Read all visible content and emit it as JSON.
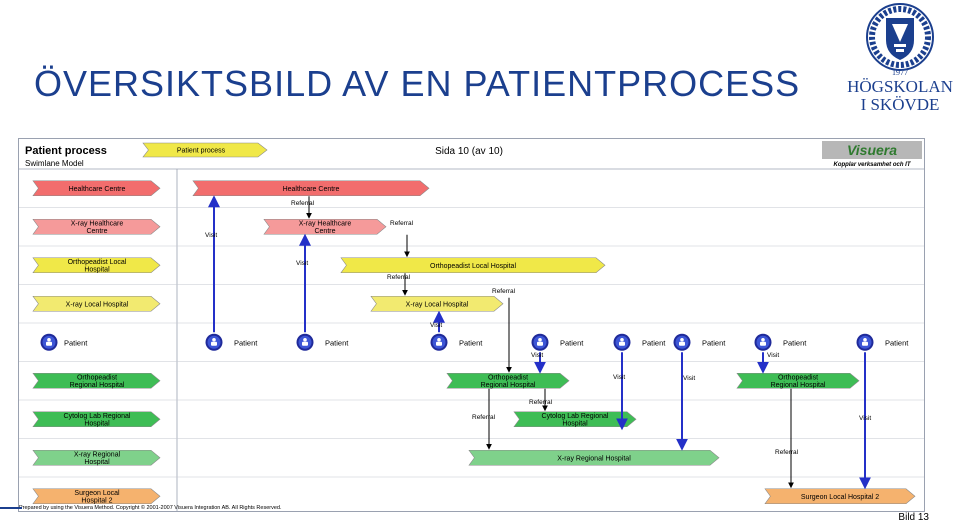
{
  "slide": {
    "title": "ÖVERSIKTSBILD AV EN PATIENTPROCESS",
    "page_label": "Bild 13"
  },
  "logo": {
    "line1": "HÖGSKOLAN",
    "line2": "I SKÖVDE",
    "year": "1977",
    "icon": "university-crest-icon"
  },
  "diagram": {
    "header_title": "Patient process",
    "header_tag": "Patient process",
    "header_subtitle": "Swimlane Model",
    "page_info": "Sida 10 (av 10)",
    "brand": "Visuera",
    "brand_tagline": "Kopplar verksamhet och IT",
    "copyright": "Prepared by using the Visuera Method. Copyright © 2001-2007 Visuera Integration AB. All Rights Reserved.",
    "lanes": [
      {
        "id": "healthcare",
        "label": [
          "Healthcare Centre"
        ],
        "color": "#f26d6d"
      },
      {
        "id": "xray_hc",
        "label": [
          "X-ray Healthcare",
          "Centre"
        ],
        "color": "#f59a9a"
      },
      {
        "id": "ortho_local",
        "label": [
          "Orthopeadist Local",
          "Hospital"
        ],
        "color": "#f0e848"
      },
      {
        "id": "xray_local",
        "label": [
          "X-ray Local Hospital"
        ],
        "color": "#f2ea70"
      },
      {
        "id": "patient",
        "label": [
          "Patient"
        ],
        "icon": "patient-icon"
      },
      {
        "id": "ortho_regional",
        "label": [
          "Orthopeadist",
          "Regional Hospital"
        ],
        "color": "#3ebd55"
      },
      {
        "id": "cytolog",
        "label": [
          "Cytolog Lab Regional",
          "Hospital"
        ],
        "color": "#3ebd55"
      },
      {
        "id": "xray_regional",
        "label": [
          "X-ray Regional",
          "Hospital"
        ],
        "color": "#7fd18b"
      },
      {
        "id": "surgeon",
        "label": [
          "Surgeon Local",
          "Hospital 2"
        ],
        "color": "#f5b26e"
      }
    ],
    "activities": [
      {
        "id": "a_healthcare",
        "label": [
          "Healthcare Centre"
        ],
        "color": "#f26d6d"
      },
      {
        "id": "a_xray_hc",
        "label": [
          "X-ray Healthcare",
          "Centre"
        ],
        "color": "#f59a9a"
      },
      {
        "id": "a_ortho_local",
        "label": [
          "Orthopeadist Local Hospital"
        ],
        "color": "#f0e848"
      },
      {
        "id": "a_xray_local",
        "label": [
          "X-ray Local Hospital"
        ],
        "color": "#f2ea70"
      },
      {
        "id": "a_ortho_reg1",
        "label": [
          "Orthopeadist",
          "Regional Hospital"
        ],
        "color": "#3ebd55"
      },
      {
        "id": "a_cytolog",
        "label": [
          "Cytolog Lab Regional",
          "Hospital"
        ],
        "color": "#3ebd55"
      },
      {
        "id": "a_ortho_reg2",
        "label": [
          "Orthopeadist",
          "Regional Hospital"
        ],
        "color": "#3ebd55"
      },
      {
        "id": "a_xray_reg",
        "label": [
          "X-ray Regional Hospital"
        ],
        "color": "#7fd18b"
      },
      {
        "id": "a_surgeon",
        "label": [
          "Surgeon Local Hospital 2"
        ],
        "color": "#f5b26e"
      }
    ],
    "patients": [
      "Patient",
      "Patient",
      "Patient",
      "Patient",
      "Patient",
      "Patient",
      "Patient",
      "Patient",
      "Patient"
    ],
    "flow_labels": {
      "visit": "Visit",
      "referral": "Referral"
    }
  }
}
